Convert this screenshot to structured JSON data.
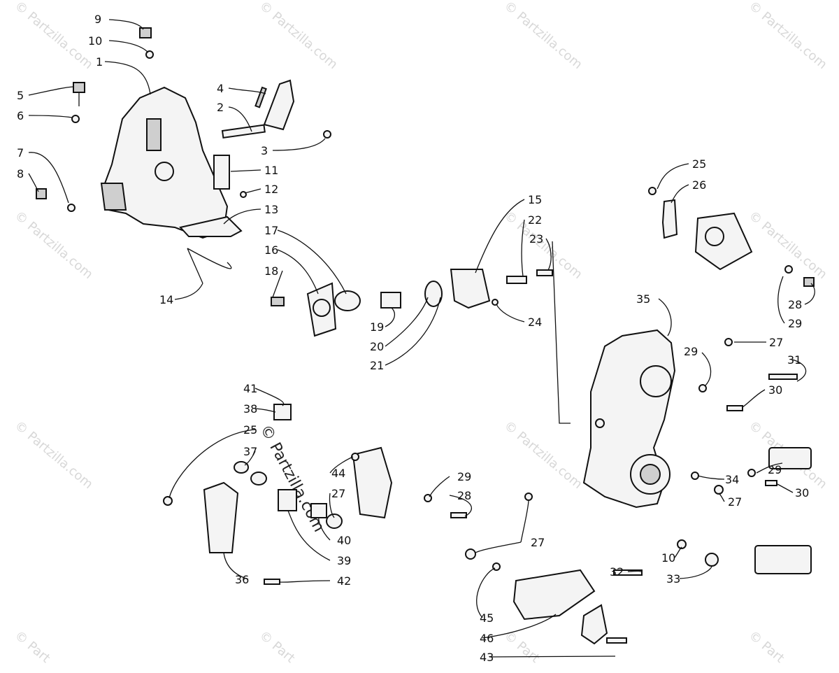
{
  "watermark": {
    "text": "© Partzilla.com",
    "corner_text": "© Part"
  },
  "callouts": [
    "1",
    "2",
    "3",
    "4",
    "5",
    "6",
    "7",
    "8",
    "9",
    "10",
    "11",
    "12",
    "13",
    "14",
    "15",
    "16",
    "17",
    "18",
    "19",
    "20",
    "21",
    "22",
    "23",
    "24",
    "25",
    "26",
    "27",
    "28",
    "29",
    "30",
    "31",
    "32",
    "33",
    "34",
    "35",
    "36",
    "37",
    "38",
    "39",
    "40",
    "41",
    "42",
    "43",
    "44",
    "45",
    "46"
  ]
}
